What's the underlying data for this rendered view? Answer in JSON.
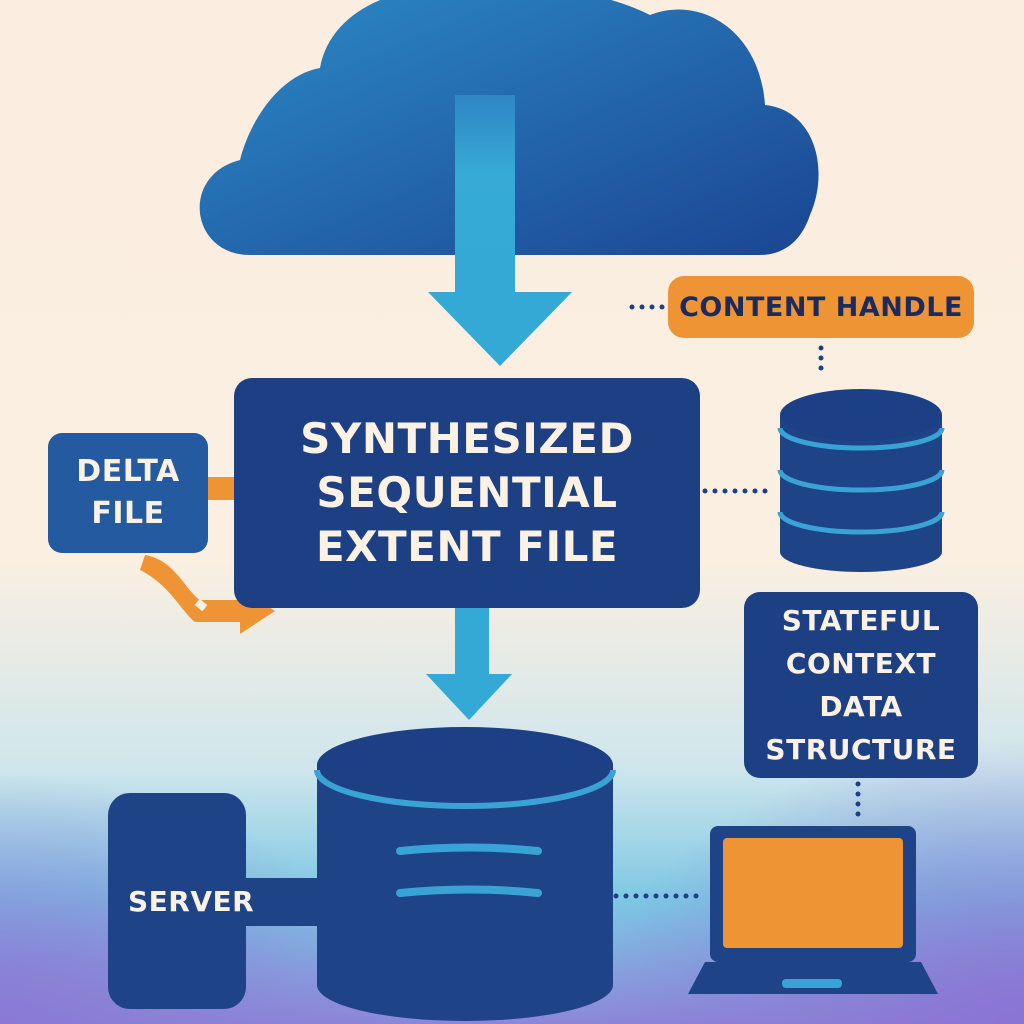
{
  "diagram": {
    "main_node": {
      "lines": [
        "SYNTHESIZED",
        "SEQUENTIAL",
        "EXTENT FILE"
      ]
    },
    "delta_node": {
      "lines": [
        "DELTA",
        "FILE"
      ]
    },
    "content_handle_node": {
      "label": "CONTENT HANDLE"
    },
    "stateful_node": {
      "lines": [
        "STATEFUL",
        "CONTEXT",
        "DATA",
        "STRUCTURE"
      ]
    },
    "server_node": {
      "label": "SERVER"
    },
    "icons": [
      "cloud-icon",
      "down-arrow-icon",
      "database-icon",
      "large-database-icon",
      "laptop-icon"
    ]
  },
  "colors": {
    "navy": "#1d3f84",
    "blue": "#235aa0",
    "cyan": "#33a8d6",
    "orange": "#ee9434",
    "cream": "#fbf1e4"
  }
}
